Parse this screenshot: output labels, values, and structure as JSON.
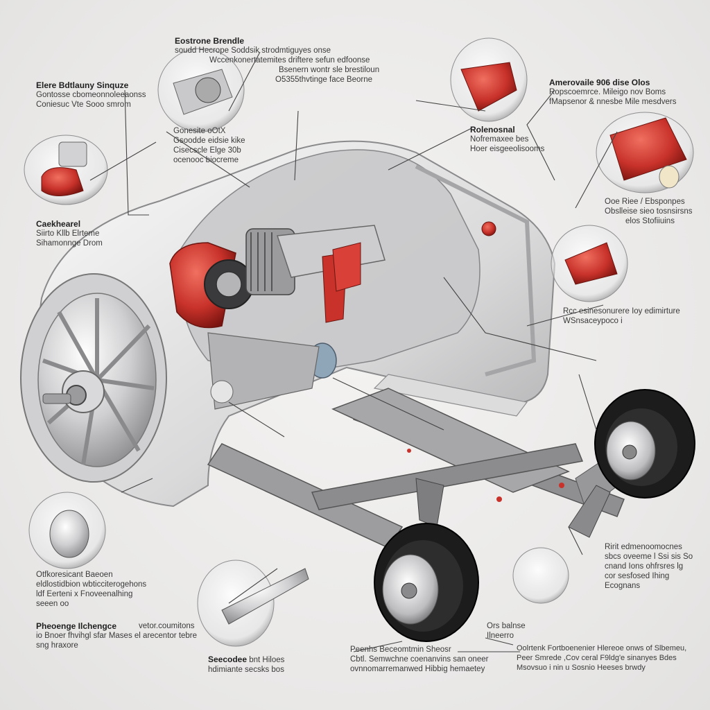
{
  "labels": [
    {
      "id": "top-center",
      "title": "Eostrone Brendle",
      "lines": [
        "soudd Hecrope Soddsik strodmtiguyes onse",
        "Wccenkonertatemites driftere sefun edfoonse",
        "Bsenern wontr sle brestiloun",
        "O5355thvtinge face Beorne"
      ]
    },
    {
      "id": "top-left",
      "title": "Elere Bdtlauny Sinquze",
      "lines": [
        "Gontosse cbomeonnoleeaonss",
        "Coniesuc Vte Sooo smrom"
      ]
    },
    {
      "id": "mid-left-small",
      "title": "",
      "lines": [
        "Gonesite oOtX",
        "Gsoodde eidsie kike",
        "Cisecscle Elge 30b",
        "ocenooc biocreme"
      ]
    },
    {
      "id": "left",
      "title": "Caekhearel",
      "lines": [
        "Siirto Kllb Elrteme",
        "Sihamonnge Drom"
      ]
    },
    {
      "id": "top-right",
      "title": "Amerovaile 906 dise Olos",
      "lines": [
        "Ropscoemrce. Mileigo nov Boms",
        "fMapsenor & nnesbe Mile mesdvers"
      ]
    },
    {
      "id": "center-top",
      "title": "Rolenosnal",
      "lines": [
        "Nofremaxee bes",
        "Hoer eisgeeolisooms"
      ]
    },
    {
      "id": "right-upper",
      "title": "",
      "lines": [
        "Ooe Riee / Ebsponpes",
        "Obslleise sieo tosnsirsns",
        "elos Stofiiuins"
      ]
    },
    {
      "id": "right-middle",
      "title": "",
      "lines": [
        "Rcc esinesonurere Ioy edimirture",
        "WSnsaceypoco i"
      ]
    },
    {
      "id": "bottom-left-1",
      "title": "",
      "lines": [
        "Otfkoresicant Baeoen",
        "eldlostidbion wbticciterogehons",
        "ldf Eerteni x Fnoveenalhing",
        "seeen oo"
      ]
    },
    {
      "id": "bottom-left-2",
      "title": "Pheoenge Ilchengce",
      "lines": [
        "vetor.coumitons",
        "io Bnoer fhvihgl sfar Mases el arecentor tebre",
        "sng hraxore"
      ]
    },
    {
      "id": "bottom-center-left",
      "title": "Seecodee",
      "lines": [
        "bnt Hiloes",
        "hdimiante secsks bos"
      ]
    },
    {
      "id": "bottom-center",
      "title": "",
      "lines": [
        "Peenhs Beceomtmin Sheosr",
        "Cbtl. Semwchne coenanvins san oneer",
        "ovnnomarremanwed Hibbig hemaetey"
      ]
    },
    {
      "id": "bottom-center-right",
      "title": "",
      "lines": [
        "Ors balnse",
        "Ilneerro"
      ]
    },
    {
      "id": "bottom-right-1",
      "title": "",
      "lines": [
        "Ririt edmenoomocnes",
        "sbcs oveeme l Ssi sis So",
        "cnand Ions ohfrsres lg",
        "cor sesfosed Ihing",
        "Ecognans"
      ]
    },
    {
      "id": "bottom-right-2",
      "title": "",
      "lines": [
        "Oolrtenk Fortboenenier Hlereoe onws of Slbemeu,",
        "Peer Smrede ,Cov ceral F9ldg'e sinanyes Bdes",
        "Msovsuo i nin u Sosnio Heeses brwdy"
      ]
    }
  ],
  "colors": {
    "accent_red": "#c8322a",
    "metal": "#b9b9bb",
    "tire": "#1c1c1c",
    "background": "#ecebea",
    "leader": "#444444"
  }
}
